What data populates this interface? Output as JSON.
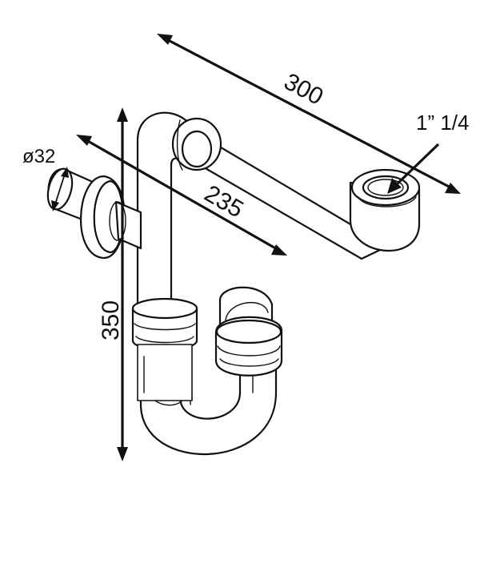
{
  "dimensions": {
    "length_top": "300",
    "length_side": "235",
    "height": "350",
    "diameter": "ø32",
    "thread": "1” 1/4"
  },
  "colors": {
    "line": "#111111",
    "background": "#ffffff"
  }
}
